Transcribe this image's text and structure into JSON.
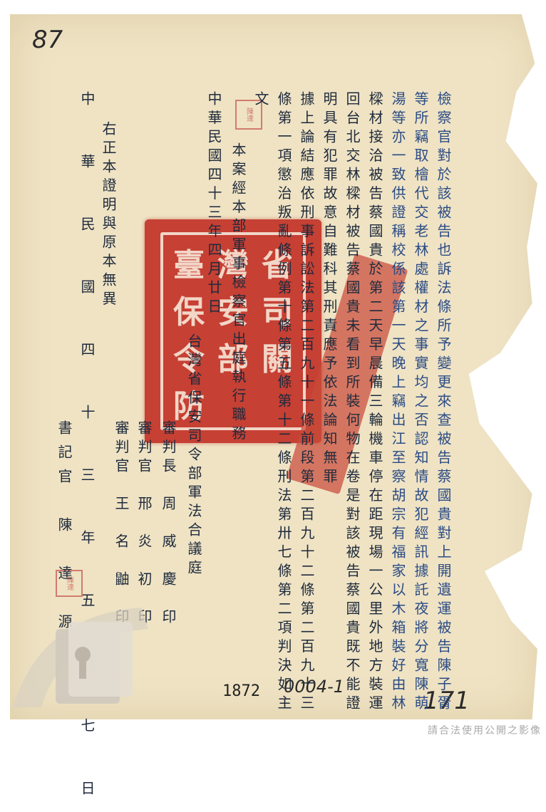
{
  "handwritten": {
    "page_top_left": "87",
    "bottom_center": "0004-1",
    "bottom_right": "171"
  },
  "stamped_number": "1872",
  "columns": [
    "檢察官對於該被告也訴法條所予變更來查被告蔡國貴對上開遺運被告陳子胥",
    "等所竊取檜代交老林處權材之事實均之否認知情故犯經訊據託夜將分寬陳萌",
    "湯等亦一致供證稱校係該第一天晚上竊出江至察胡宗有福家以木箱裝好由林",
    "樑材接洽被告蔡國貴於第二天早晨備三輪機車停在距現場一公里外地方裝運",
    "回台北交林樑材被告蔡國貴未看到所裝何物在卷是對該被告蔡國貴既不能證",
    "明具有犯罪故意自難科其刑責應予依法論知無罪",
    "據上論結應依刑事訴訟法第二百九十一條前段第二百九十二條第二百九十三",
    "條第一項懲治叛亂條例第十條第五條第十二條刑法第卅七條第二項判決如主",
    "文",
    "本案經本部軍事檢察官出庭執行職務",
    "中華民國四十三年四月廿日",
    "台灣省保安司令部軍法合議庭"
  ],
  "officials": {
    "presiding": "審判長　周　威　慶　印",
    "judge1": "審判官　邢　炎　初　印",
    "judge2": "審判官　王　名　鼬　印"
  },
  "certification": "右正本證明與原本無異",
  "cert_date": "中　華　民　國　四　十　三　年　五　月　七　日",
  "clerk": "書記官　陳　達　源",
  "seal_chars": [
    "臺",
    "灣",
    "省",
    "保",
    "安",
    "司",
    "令",
    "部",
    "關",
    "防"
  ],
  "footer": "請合法使用公開之影像",
  "colors": {
    "seal": "#c3342a",
    "ink": "#1e2a3c",
    "paper": "#efe3c4"
  }
}
